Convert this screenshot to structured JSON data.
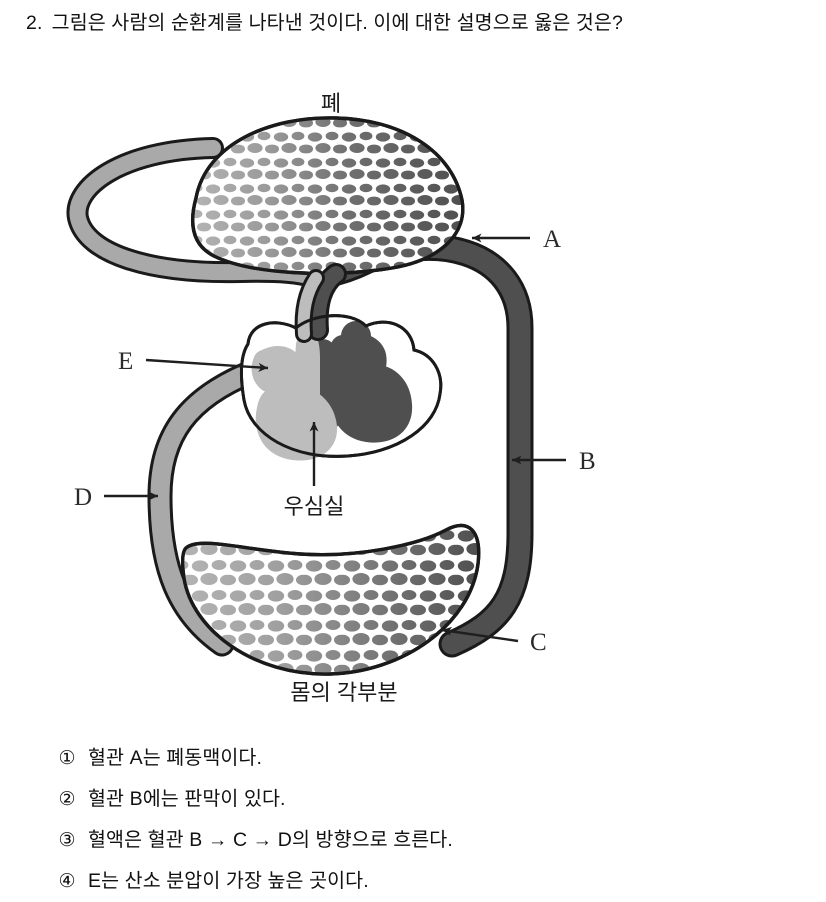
{
  "question": {
    "number": "2.",
    "text": "그림은 사람의 순환계를 나타낸 것이다. 이에 대한 설명으로 옳은 것은?"
  },
  "figure": {
    "caption_top": "폐",
    "caption_bottom": "몸의 각부분",
    "caption_heart": "우심실",
    "labels": [
      {
        "id": "A",
        "text": "A"
      },
      {
        "id": "B",
        "text": "B"
      },
      {
        "id": "C",
        "text": "C"
      },
      {
        "id": "D",
        "text": "D"
      },
      {
        "id": "E",
        "text": "E"
      }
    ],
    "colors": {
      "deoxygenated_vessel": "#4f4f4f",
      "oxygenated_vessel": "#a9a9a9",
      "outline": "#1a1a1a",
      "background": "#ffffff"
    }
  },
  "choices": [
    {
      "marker": "①",
      "text": "혈관 A는 폐동맥이다."
    },
    {
      "marker": "②",
      "text": "혈관 B에는 판막이 있다."
    },
    {
      "marker": "③",
      "text": "혈액은 혈관 B → C → D의 방향으로 흐른다."
    },
    {
      "marker": "④",
      "text": "E는 산소 분압이 가장 높은 곳이다."
    }
  ]
}
